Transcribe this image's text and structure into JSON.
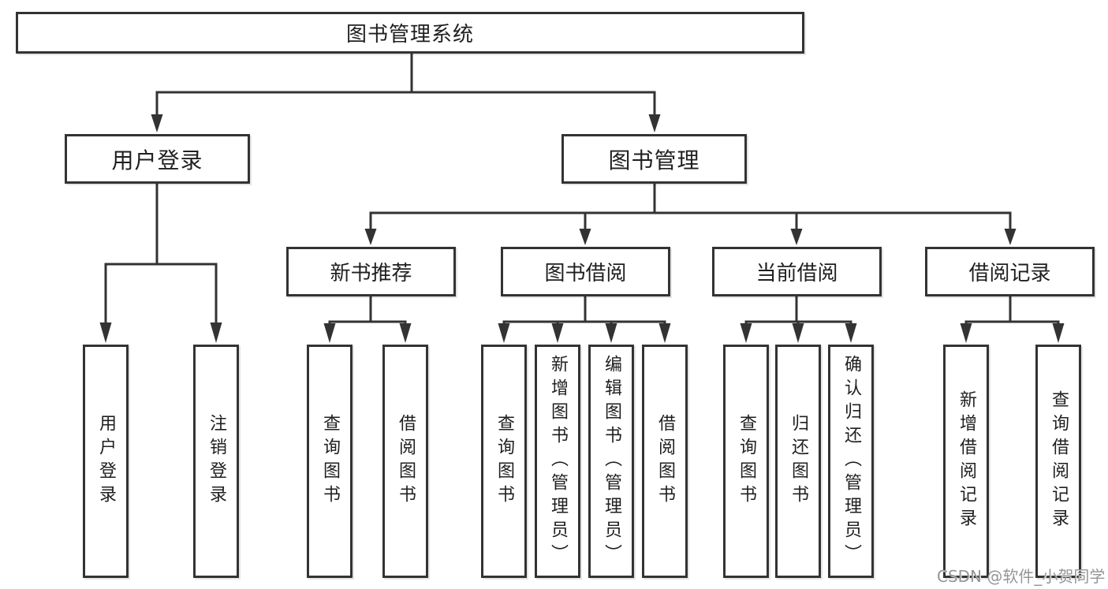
{
  "diagram": {
    "root": {
      "label": "图书管理系统"
    },
    "branches": [
      {
        "label": "用户登录"
      },
      {
        "label": "图书管理"
      }
    ],
    "login_children": [
      {
        "label": "用户登录"
      },
      {
        "label": "注销登录"
      }
    ],
    "modules": [
      {
        "label": "新书推荐",
        "children": [
          "查询图书",
          "借阅图书"
        ]
      },
      {
        "label": "图书借阅",
        "children": [
          "查询图书",
          "新增图书（管理员）",
          "编辑图书（管理员）",
          "借阅图书"
        ]
      },
      {
        "label": "当前借阅",
        "children": [
          "查询图书",
          "归还图书",
          "确认归还（管理员）"
        ]
      },
      {
        "label": "借阅记录",
        "children": [
          "新增借阅记录",
          "查询借阅记录"
        ]
      }
    ],
    "line_color": "#333333",
    "text_color": "#1f1f1f"
  },
  "watermark": {
    "text": "CSDN @软件_小贺同学",
    "color": "#95959a"
  }
}
